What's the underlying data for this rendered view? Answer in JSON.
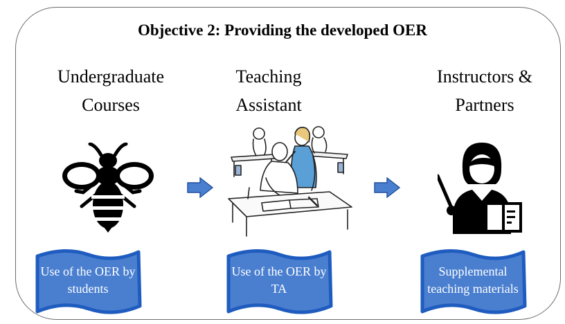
{
  "title": "Objective 2: Providing the developed OER",
  "columns": [
    {
      "heading_line1": "Undergraduate",
      "heading_line2": "Courses",
      "icon": "bee-icon",
      "box_line1": "Use of the OER by",
      "box_line2": "students"
    },
    {
      "heading_line1": "Teaching",
      "heading_line2": "Assistant",
      "icon": "teaching-assistant-illustration",
      "box_line1": "Use of the OER by",
      "box_line2": "TA"
    },
    {
      "heading_line1": "Instructors &",
      "heading_line2": "Partners",
      "icon": "instructor-icon",
      "box_line1": "Supplemental",
      "box_line2": "teaching materials"
    }
  ],
  "colors": {
    "box_fill": "#4a7fd0",
    "box_stroke": "#1f5cbf",
    "arrow_fill": "#4a7fd0",
    "frame_stroke": "#6b6b6b"
  }
}
